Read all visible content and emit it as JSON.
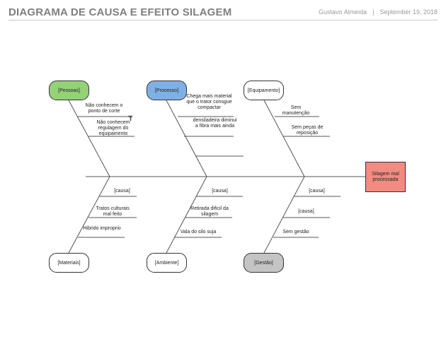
{
  "header": {
    "title": "DIAGRAMA DE CAUSA E EFEITO SILAGEM",
    "author": "Gustavo Almeida",
    "separator": "|",
    "date": "September 19, 2018"
  },
  "effect": {
    "label": "Silagem mal processada",
    "color": "#f28b82"
  },
  "categories": {
    "pessoas": {
      "label": "[Pessoas]",
      "color": "#93d277"
    },
    "processo": {
      "label": "[Processo]",
      "color": "#7fb0e5"
    },
    "equipamento": {
      "label": "[Equipamento]",
      "color": "#ffffff"
    },
    "materiais": {
      "label": "[Materiais]",
      "color": "#ffffff"
    },
    "ambiente": {
      "label": "[Ambiente]",
      "color": "#ffffff"
    },
    "gestao": {
      "label": "[Gestão]",
      "color": "#c4c4c4"
    }
  },
  "causes": {
    "pessoas_1": "Não conhecem o ponto de corte",
    "pessoas_2": "Não  conhecem regulagem do equipamento",
    "processo_1": "Chega mais material que o trator consgue compactar",
    "processo_2": "densiladeira diminui a fibra mais ainda",
    "equipamento_1": "Sem manutenção",
    "equipamento_2": "Sem peças de reposição",
    "materiais_1": "[causa]",
    "materiais_2": "Tratos culturais mal feito",
    "materiais_3": "Hibrido improprio",
    "ambiente_1": "[causa]",
    "ambiente_2": "Retirada dificil da silagem",
    "ambiente_3": "Vala do silo suja",
    "gestao_1": "[causa]",
    "gestao_2": "[causa]",
    "gestao_3": "Sem gestão"
  }
}
